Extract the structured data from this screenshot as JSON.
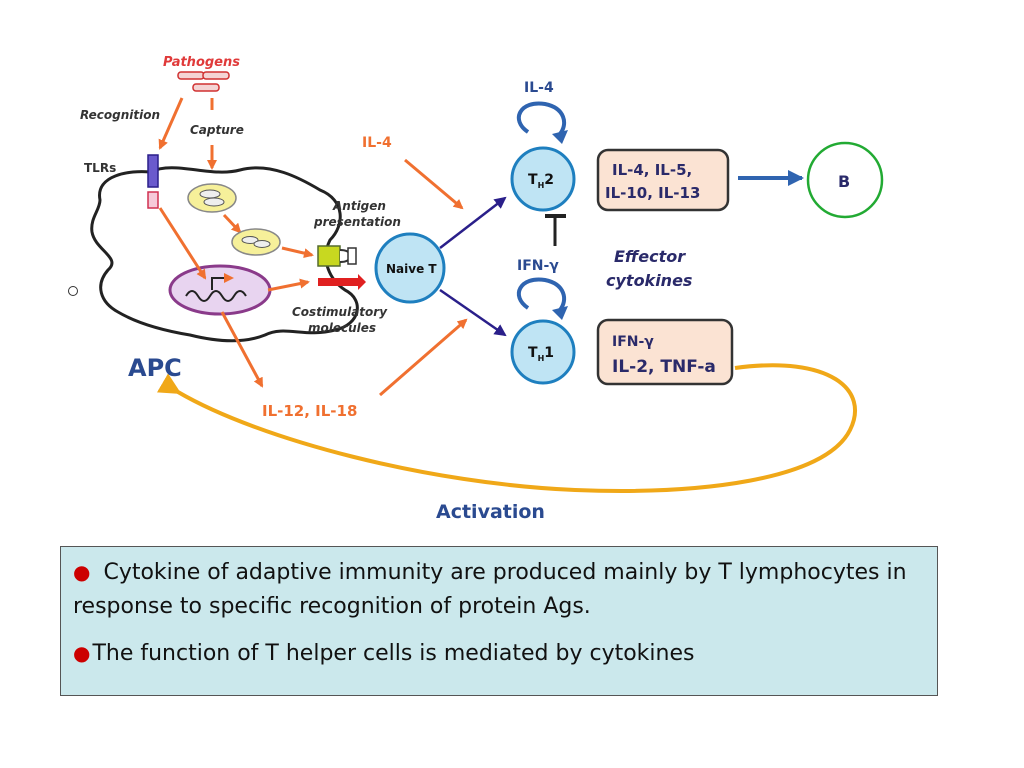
{
  "diagram": {
    "labels": {
      "pathogens": "Pathogens",
      "recognition": "Recognition",
      "capture": "Capture",
      "tlrs": "TLRs",
      "antigen_presentation_1": "Antigen",
      "antigen_presentation_2": "presentation",
      "costimulatory_1": "Costimulatory",
      "costimulatory_2": "molecules",
      "il4_left": "IL-4",
      "il4_top": "IL-4",
      "naive_t": "Naive T",
      "th2": "T",
      "th2_sub": "H",
      "th2_num": "2",
      "th1": "T",
      "th1_sub": "H",
      "th1_num": "1",
      "th2_cytokines_1": "IL-4, IL-5,",
      "th2_cytokines_2": "IL-10, IL-13",
      "th1_cytokines_1": "IFN-γ",
      "th1_cytokines_2": "IL-2, TNF-a",
      "ifn_gamma": "IFN-γ",
      "effector_1": "Effector",
      "effector_2": "cytokines",
      "b_cell": "B",
      "apc": "APC",
      "il12_il18": "IL-12, IL-18",
      "activation": "Activation"
    },
    "colors": {
      "orange": "#f07030",
      "navy": "#2a1f8a",
      "blue_arrow": "#2f64b0",
      "cell_fill": "#bfe4f4",
      "cell_stroke": "#1e7fbf",
      "box_fill": "#fbe3d3",
      "activation_arrow": "#f0a818",
      "b_stroke": "#22aa33"
    }
  },
  "textbox": {
    "bullet1": "●",
    "line1": "Cytokine of adaptive immunity are produced mainly by T lymphocytes in response to specific recognition of protein Ags.",
    "bullet2": "●",
    "line2": "The function of T helper cells is mediated by cytokines"
  }
}
